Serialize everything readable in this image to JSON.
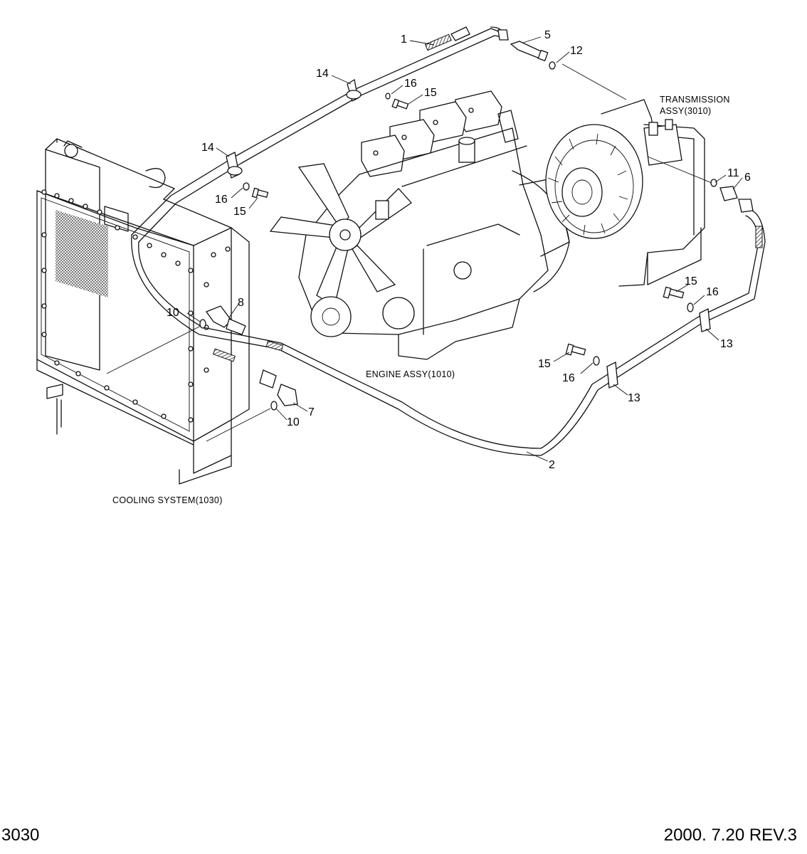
{
  "labels": {
    "transmission_line1": "TRANSMISSION",
    "transmission_line2": "ASSY(3010)",
    "engine": "ENGINE ASSY(1010)",
    "cooling": "COOLING SYSTEM(1030)"
  },
  "callouts": {
    "c1": "1",
    "c2": "2",
    "c5": "5",
    "c6": "6",
    "c7": "7",
    "c8": "8",
    "c10a": "10",
    "c10b": "10",
    "c11": "11",
    "c12": "12",
    "c13a": "13",
    "c13b": "13",
    "c14a": "14",
    "c14b": "14",
    "c15a": "15",
    "c15b": "15",
    "c15c": "15",
    "c15d": "15",
    "c16a": "16",
    "c16b": "16",
    "c16c": "16",
    "c16d": "16"
  },
  "footer": {
    "page_number": "3030",
    "revision": "2000. 7.20 REV.3"
  }
}
